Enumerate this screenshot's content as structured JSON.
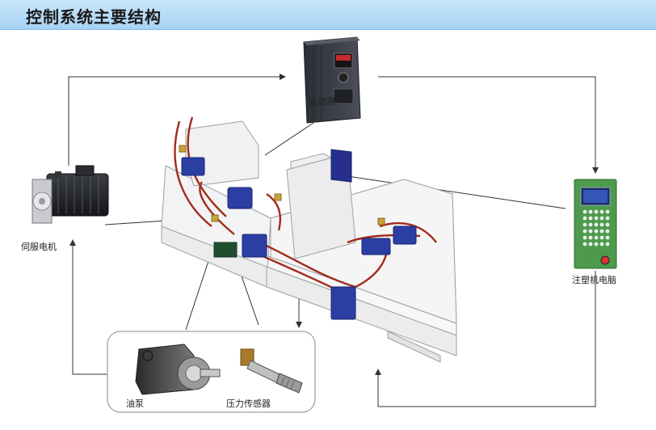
{
  "header": {
    "title": "控制系统主要结构"
  },
  "components": {
    "driver": "驱动器",
    "servo_motor": "伺服电机",
    "computer": "注塑机电脑",
    "oil_pump": "油泵",
    "pressure_sensor": "压力传感器"
  }
}
